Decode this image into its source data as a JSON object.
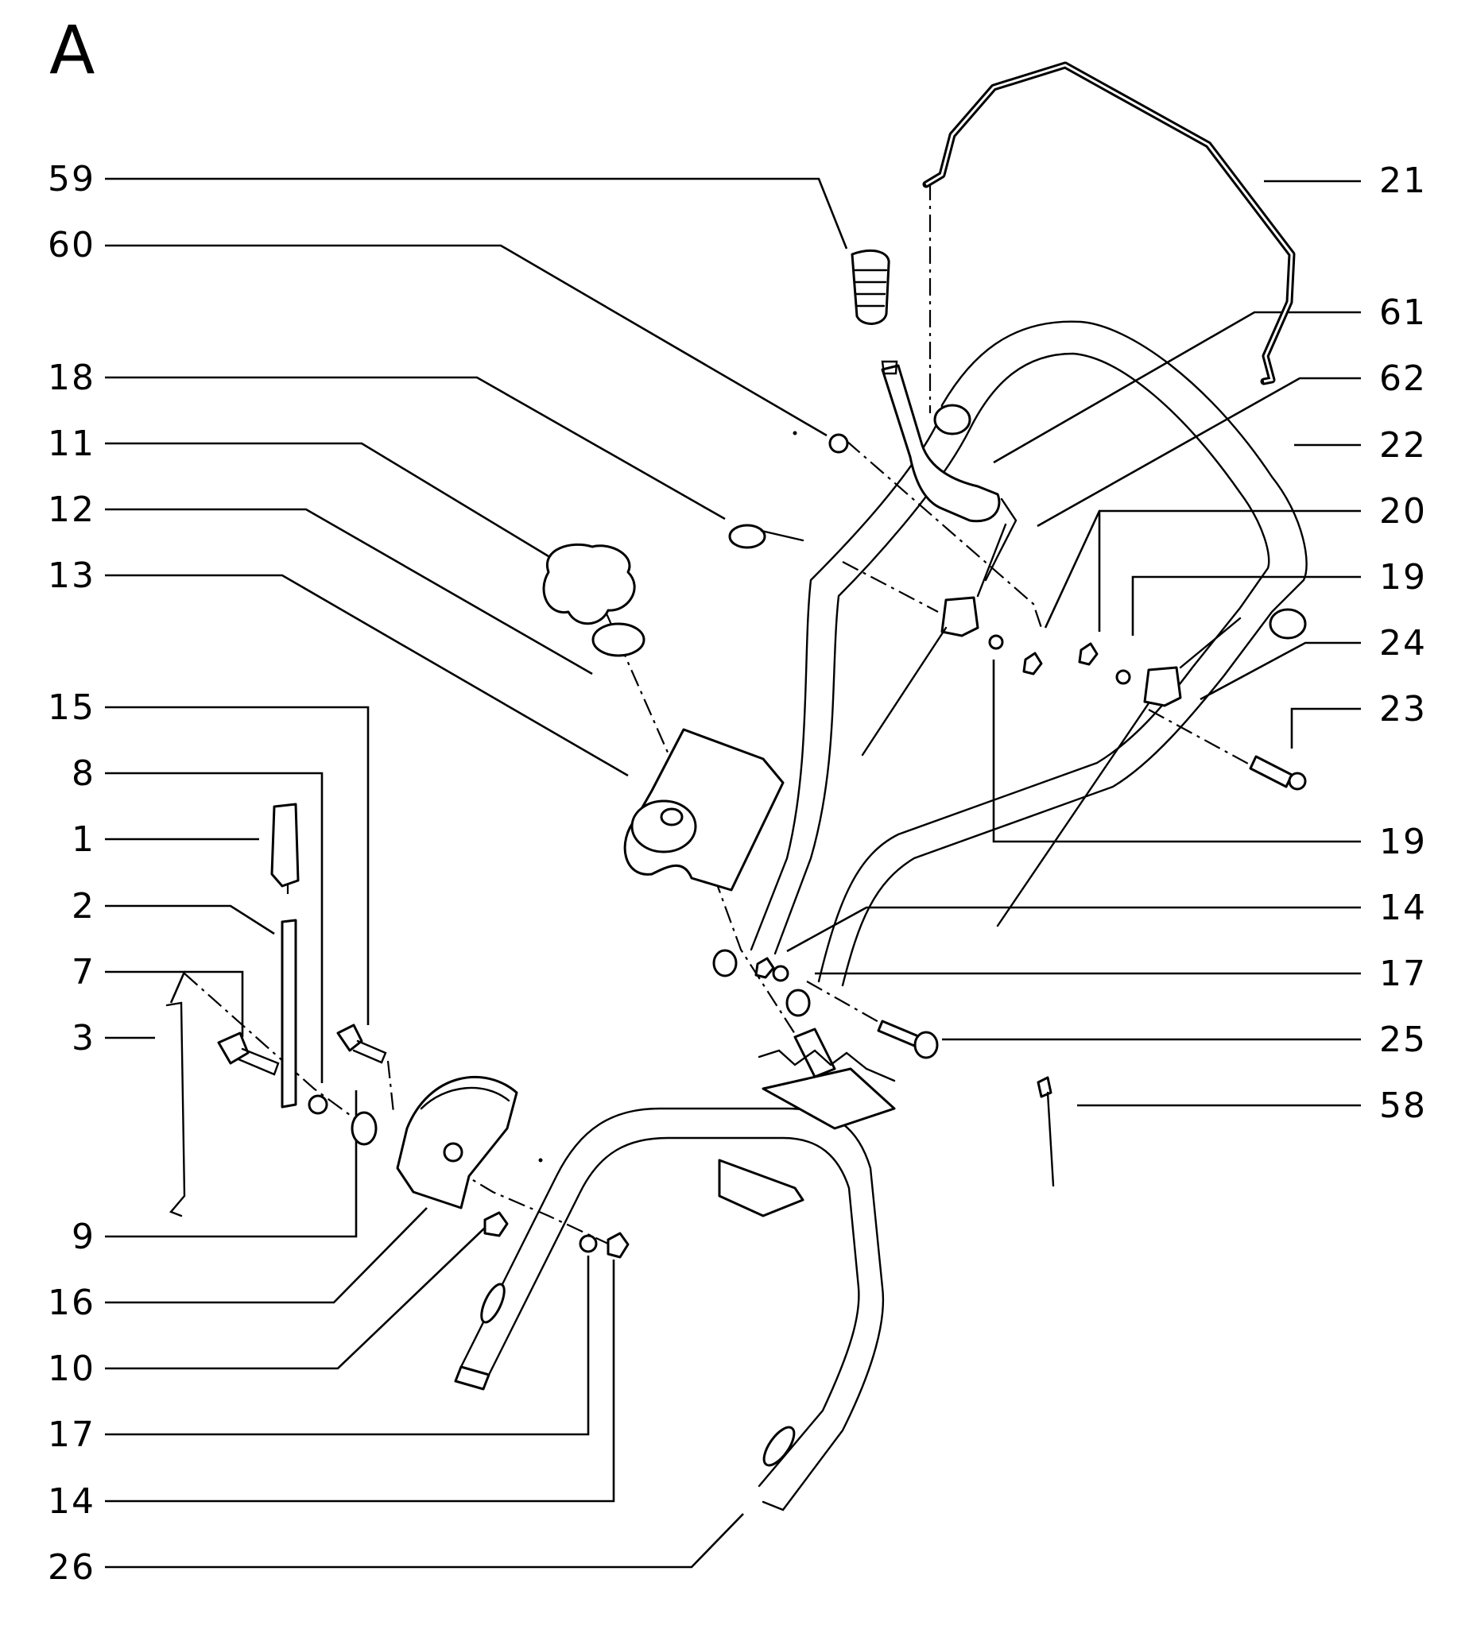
{
  "section_letter": "A",
  "callouts": {
    "left": [
      "59",
      "60",
      "18",
      "11",
      "12",
      "13",
      "15",
      "8",
      "1",
      "2",
      "7",
      "3",
      "9",
      "16",
      "10",
      "17",
      "14",
      "26"
    ],
    "right": [
      "21",
      "61",
      "62",
      "22",
      "20",
      "19",
      "24",
      "23",
      "19",
      "14",
      "17",
      "25",
      "58"
    ]
  }
}
